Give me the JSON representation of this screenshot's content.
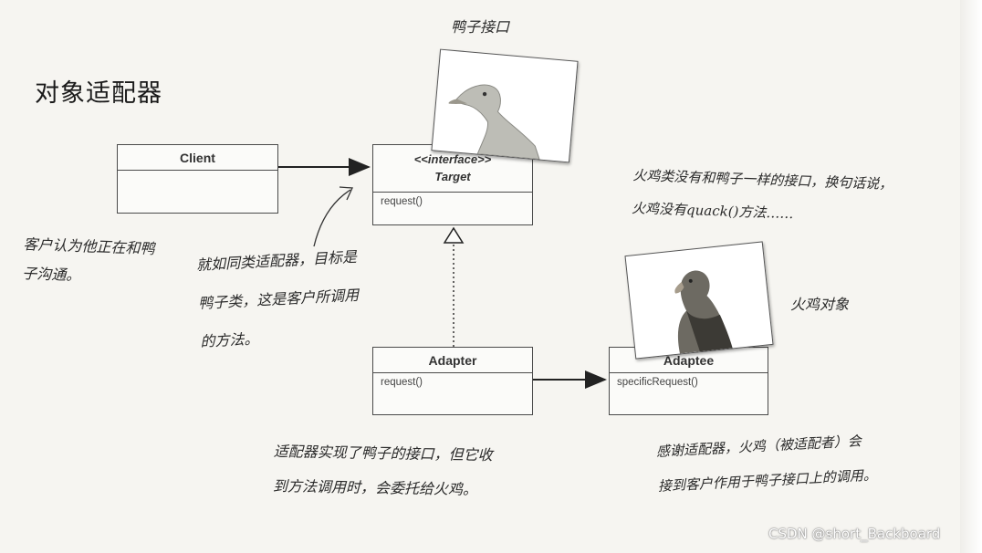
{
  "title": "对象适配器",
  "classes": {
    "client": {
      "name": "Client"
    },
    "target": {
      "stereotype": "<<interface>>",
      "name": "Target",
      "method": "request()"
    },
    "adapter": {
      "name": "Adapter",
      "method": "request()"
    },
    "adaptee": {
      "name": "Adaptee",
      "method": "specificRequest()"
    }
  },
  "notes": {
    "duck_interface": "鸭子接口",
    "turkey_object": "火鸡对象",
    "client_note": [
      "客户认为他正在和鸭",
      "子沟通。"
    ],
    "target_note": [
      "就如同类适配器，目标是",
      "鸭子类，这是客户所调用",
      "的方法。"
    ],
    "turkey_note": [
      "火鸡类没有和鸭子一样的接口，换句话说，",
      "火鸡没有quack()方法……"
    ],
    "adapter_note": [
      "适配器实现了鸭子的接口，但它收",
      "到方法调用时，会委托给火鸡。"
    ],
    "adaptee_note": [
      "感谢适配器，火鸡（被适配者）会",
      "接到客户作用于鸭子接口上的调用。"
    ]
  },
  "watermark": "CSDN @short_Backboard",
  "colors": {
    "background": "#f6f5f1",
    "line": "#222222",
    "box_border": "#4a4a4a"
  }
}
